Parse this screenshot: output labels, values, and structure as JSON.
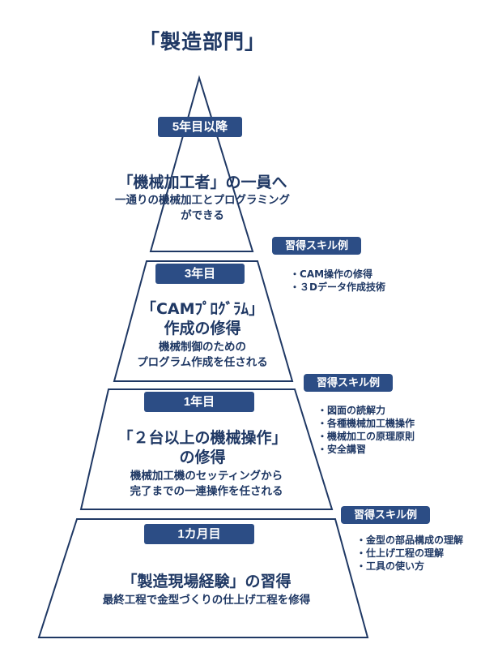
{
  "title": "「製造部門」",
  "tiers": [
    {
      "badge": "5年目以降",
      "heading": "「機械加工者」の一員へ",
      "description": [
        "一通りの機械加工とプログラミング",
        "ができる"
      ]
    },
    {
      "badge": "3年目",
      "heading": [
        "「CAMﾌﾟﾛｸﾞﾗﾑ」",
        "作成の修得"
      ],
      "description": [
        "機械制御のための",
        "プログラム作成を任される"
      ],
      "skills_label": "習得スキル例",
      "skills": [
        "CAM操作の修得",
        "３Dデータ作成技術"
      ]
    },
    {
      "badge": "1年目",
      "heading": [
        "「２台以上の機械操作」",
        "の修得"
      ],
      "description": [
        "機械加工機のセッティングから",
        "完了までの一連操作を任される"
      ],
      "skills_label": "習得スキル例",
      "skills": [
        "図面の読解力",
        "各種機械加工機操作",
        "機械加工の原理原則",
        "安全講習"
      ]
    },
    {
      "badge": "1カ月目",
      "heading": "「製造現場経験」の習得",
      "description": [
        "最終工程で金型づくりの仕上げ工程を修得"
      ],
      "skills_label": "習得スキル例",
      "skills": [
        "金型の部品構成の理解",
        "仕上げ工程の理解",
        "工具の使い方"
      ]
    }
  ],
  "colors": {
    "frame": "#1f3864",
    "badge": "#2c4d85",
    "text": "#1f3864"
  }
}
